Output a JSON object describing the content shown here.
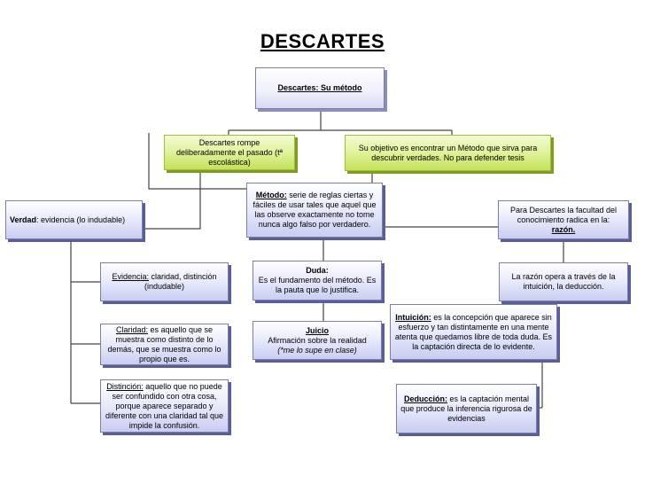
{
  "title": "DESCARTES",
  "root": {
    "label": "Descartes: Su método "
  },
  "pasado": {
    "text": "Descartes rompe deliberadamente el pasado (tª escolástica)"
  },
  "objetivo": {
    "text": "Su objetivo es encontrar un Método que sirva para descubrir verdades. No para defender tesis"
  },
  "verdad": {
    "term": "Verdad",
    "text": ": evidencia (lo indudable)"
  },
  "metodo": {
    "term": "Método:",
    "text": " serie de reglas ciertas y fáciles de usar tales que aquel que las observe exactamente no tome nunca algo falso por verdadero."
  },
  "razon": {
    "text": "Para Descartes la facultad del conocimiento radica en la:",
    "term": "razón."
  },
  "evidencia": {
    "term": "Evidencia:",
    "text": " claridad, distinción (indudable)"
  },
  "duda": {
    "term": "Duda:",
    "text": "Es el fundamento del método. Es la pauta que lo justifica."
  },
  "razon_opera": {
    "text": "La razón opera a través de la intuición, la deducción."
  },
  "claridad": {
    "term": "Claridad:",
    "text": " es aquello que se muestra como distinto de lo demás, que se muestra como lo propio que es."
  },
  "juicio": {
    "term": "Juicio",
    "text": "Afirmación sobre la realidad",
    "note": "(*me lo supe en clase)"
  },
  "intuicion": {
    "term": "Intuición:",
    "text": " es la concepción que aparece sin esfuerzo y tan distintamente en una mente atenta que quedamos libre de toda duda. Es la captación directa de lo evidente."
  },
  "distincion": {
    "term": "Distinción:",
    "text": " aquello que no puede ser confundido con otra cosa, porque aparece separado y diferente con una claridad tal que impide la confusión."
  },
  "deduccion": {
    "term": "Deducción:",
    "text": " es la captación mental que produce la inferencia rigurosa de evidencias"
  },
  "colors": {
    "blue_fill": "#dfe2f8",
    "blue_shadow": "#5a5d9c",
    "green_fill": "#d6ee86",
    "green_shadow": "#7f9c20",
    "connector": "#444444"
  }
}
